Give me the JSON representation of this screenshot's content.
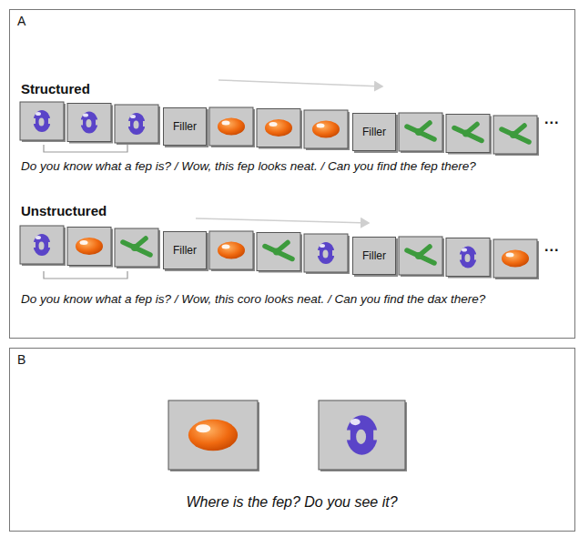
{
  "diagram": {
    "nodes": [
      {
        "text": [
          "A",
          "Structured",
          "Do you know what a fep is? / Wow, this fep looks neat. / Can you find the fep there?",
          "Unstructured",
          "Do you know what a fep is? / Wow, this coro looks neat. / Can you find the dax there?"
        ]
      },
      {
        "text": [
          "Filler"
        ],
        "in": 0
      },
      {
        "text": [
          "Filler"
        ],
        "in": 0
      },
      {
        "text": [
          "Filler"
        ],
        "in": 0
      },
      {
        "text": [
          "Filler"
        ],
        "in": 0
      },
      {
        "text": [
          "B",
          "Where is the fep? Do you see it?"
        ]
      }
    ],
    "labels": [
      "...",
      "..."
    ]
  }
}
